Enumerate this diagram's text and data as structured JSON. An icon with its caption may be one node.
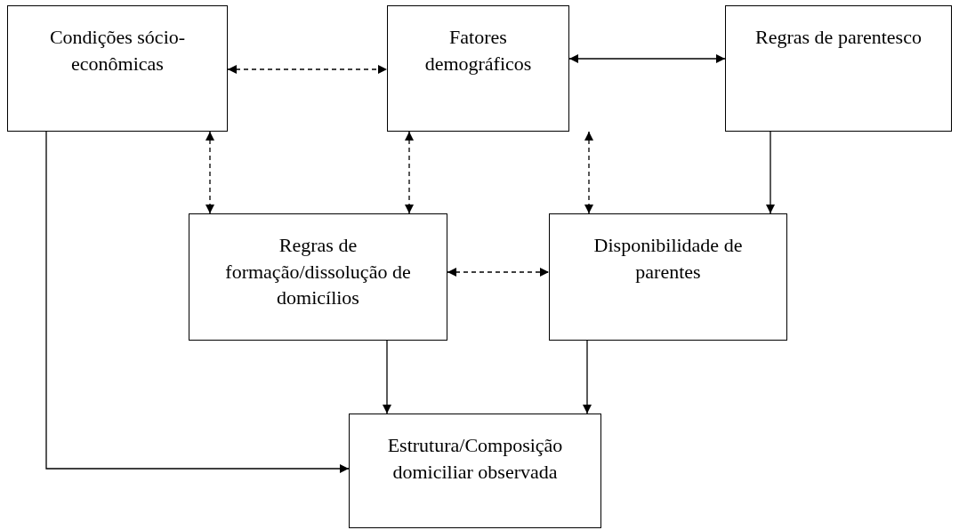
{
  "diagram": {
    "nodes": [
      {
        "text": [
          "Condições sócio-econômicas"
        ]
      },
      {
        "text": [
          "Fatores demográficos"
        ]
      },
      {
        "text": [
          "Regras de parentesco"
        ]
      },
      {
        "text": [
          "Regras de formação/dissolução de domicílios"
        ]
      },
      {
        "text": [
          "Disponibilidade de parentes"
        ]
      },
      {
        "text": [
          "Estrutura/Composição domiciliar observada"
        ]
      }
    ],
    "edges": [
      {
        "from": 0,
        "to": 1,
        "arrow": "both",
        "style": "dashed"
      },
      {
        "from": 1,
        "to": 2,
        "arrow": "both"
      },
      {
        "from": 0,
        "to": 3,
        "arrow": "both",
        "style": "dashed"
      },
      {
        "from": 1,
        "to": 3,
        "arrow": "both",
        "style": "dashed"
      },
      {
        "from": 1,
        "to": 4,
        "arrow": "both",
        "style": "dashed"
      },
      {
        "from": 2,
        "to": 4,
        "arrow": "to"
      },
      {
        "from": 3,
        "to": 4,
        "arrow": "both",
        "style": "dashed"
      },
      {
        "from": 3,
        "to": 5,
        "arrow": "to"
      },
      {
        "from": 4,
        "to": 5,
        "arrow": "to"
      },
      {
        "from": 0,
        "to": 5,
        "arrow": "to"
      }
    ]
  }
}
